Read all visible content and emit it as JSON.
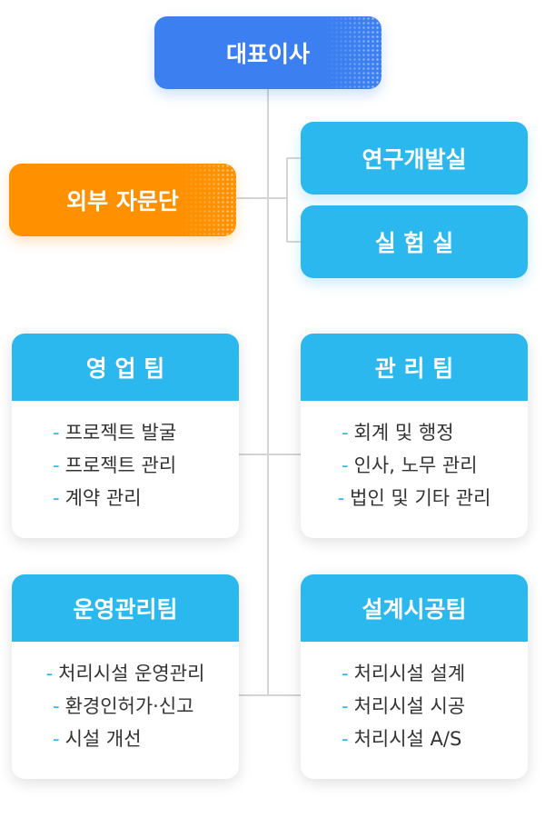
{
  "ceo": {
    "label": "대표이사"
  },
  "advisory": {
    "label": "외부 자문단"
  },
  "labs": [
    {
      "label": "연구개발실"
    },
    {
      "label": "실 험 실"
    }
  ],
  "teams": [
    {
      "title": "영 업 팀",
      "items": [
        "프로젝트 발굴",
        "프로젝트 관리",
        "계약 관리"
      ]
    },
    {
      "title": "관 리 팀",
      "items": [
        "회계 및 행정",
        "인사, 노무 관리",
        "법인 및 기타 관리"
      ]
    },
    {
      "title": "운영관리팀",
      "items": [
        "처리시설 운영관리",
        "환경인허가·신고",
        "시설 개선"
      ]
    },
    {
      "title": "설계시공팀",
      "items": [
        "처리시설 설계",
        "처리시설 시공",
        "처리시설 A/S"
      ]
    }
  ],
  "bullet": "-",
  "colors": {
    "ceo": "#3b7ff0",
    "advisory": "#ff9100",
    "department": "#2ab8ee",
    "connector": "#d4d4d4"
  }
}
